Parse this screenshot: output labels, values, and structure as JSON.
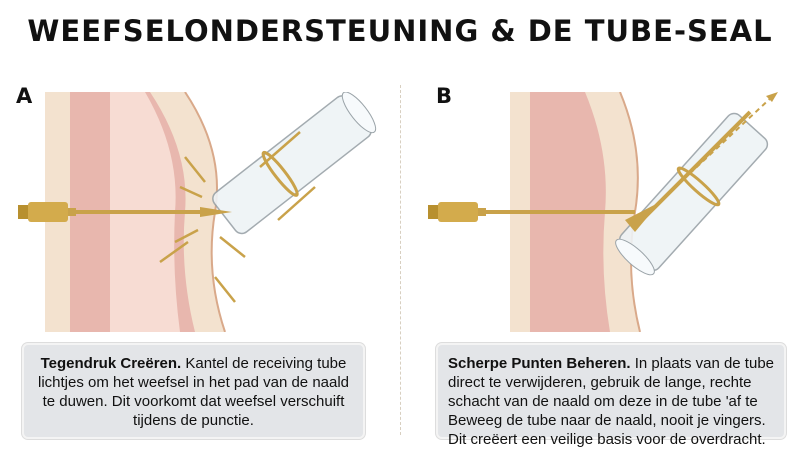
{
  "title": "WEEFSELONDERSTEUNING & DE TUBE-SEAL",
  "panels": [
    {
      "label": "A",
      "caption_heading": "Tegendruk Creëren.",
      "caption_text": "Kantel de receiving tube lichtjes om het weefsel in het pad van de naald te duwen. Dit voorkomt dat weefsel verschuift tijdens de punctie."
    },
    {
      "label": "B",
      "caption_heading": "Scherpe Punten Beheren.",
      "caption_text": "In plaats van de tube direct te verwijderen, gebruik de lange, rechte schacht van de naald om deze in de tube 'af te Beweeg de tube naar de naald, nooit je vingers. Dit creëert een veilige basis voor de overdracht."
    }
  ],
  "colors": {
    "tissue_outer": "#f1dcc6",
    "tissue_mid": "#e9b3ad",
    "tissue_inner": "#f6d7cf",
    "needle": "#c9a24a",
    "arrow": "#c9a24a"
  }
}
